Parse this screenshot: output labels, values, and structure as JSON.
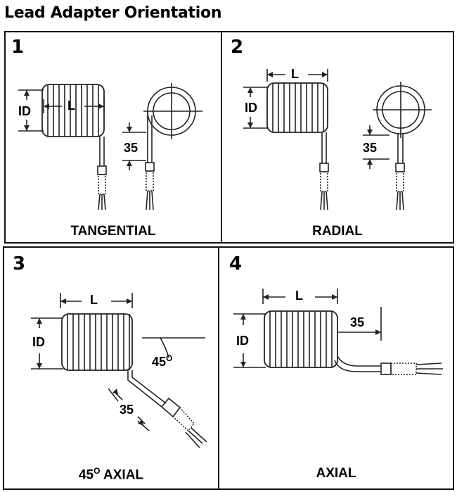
{
  "title": "Lead Adapter Orientation",
  "panels": [
    {
      "number": "1",
      "caption": "TANGENTIAL",
      "length_label": "L",
      "diameter_label": "ID",
      "offset_label": "35"
    },
    {
      "number": "2",
      "caption": "RADIAL",
      "length_label": "L",
      "diameter_label": "ID",
      "offset_label": "35"
    },
    {
      "number": "3",
      "caption_prefix": "45",
      "caption_degree": "O",
      "caption_suffix": " AXIAL",
      "length_label": "L",
      "diameter_label": "ID",
      "offset_label": "35",
      "angle_label": "45",
      "angle_degree": "O"
    },
    {
      "number": "4",
      "caption": "AXIAL",
      "length_label": "L",
      "diameter_label": "ID",
      "offset_label": "35"
    }
  ]
}
